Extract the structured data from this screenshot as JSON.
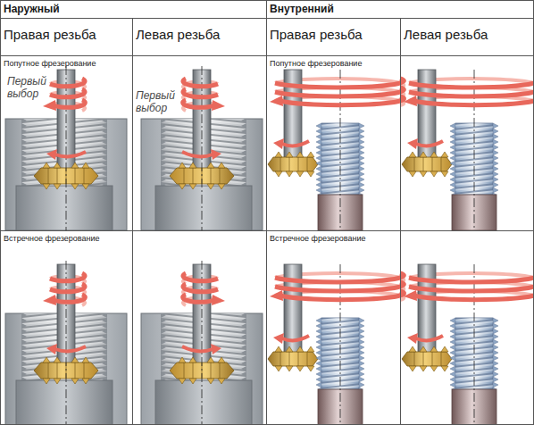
{
  "diagram": {
    "labels": [
      "Наружный",
      "Внутренний",
      "Правая резьба",
      "Левая резьба",
      "Правая резьба",
      "Левая резьба",
      "Попутное фрезерование",
      "Попутное фрезерование",
      "Первый выбор",
      "Первый выбор",
      "Встречное фрезерование",
      "Встречное фрезерование"
    ]
  }
}
